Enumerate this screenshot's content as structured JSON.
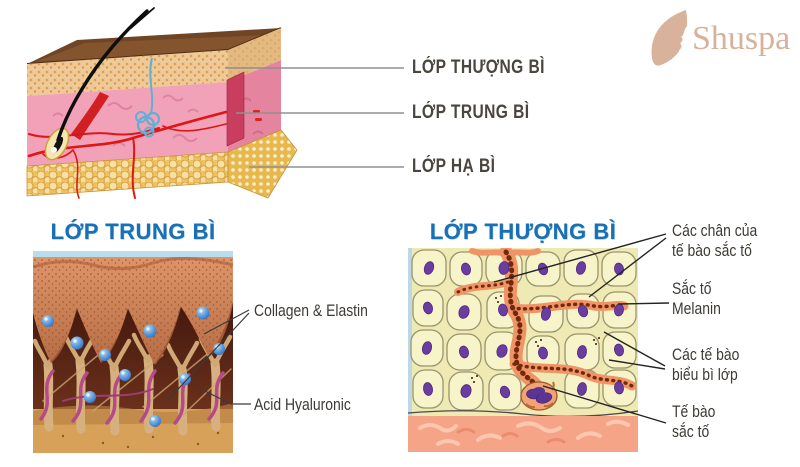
{
  "brand": {
    "name": "Shuspa",
    "color": "#d8b19b",
    "icon": "leaf-face-icon"
  },
  "skin_overview": {
    "description_labels": [
      {
        "text": "LỚP THƯỢNG BÌ"
      },
      {
        "text": "LỚP TRUNG BÌ"
      },
      {
        "text": "LỚP HẠ BÌ"
      }
    ]
  },
  "dermis_section": {
    "title": "LỚP TRUNG BÌ",
    "labels": [
      {
        "text": "Collagen & Elastin"
      },
      {
        "text": "Acid Hyaluronic"
      }
    ]
  },
  "epidermis_section": {
    "title": "LỚP THƯỢNG BÌ",
    "labels": [
      {
        "line1": "Các chân của",
        "line2": "tế bào sắc tố"
      },
      {
        "line1": "Sắc tố",
        "line2": "Melanin"
      },
      {
        "line1": "Các tế bào",
        "line2": "biểu bì lớp"
      },
      {
        "line1": "Tế bào",
        "line2": "sắc tố"
      }
    ]
  },
  "colors": {
    "heading_blue": "#1a70b5",
    "label_gray": "#3d3a35",
    "callout_line_gray": "#909090",
    "brand_tan": "#d8b19b"
  }
}
